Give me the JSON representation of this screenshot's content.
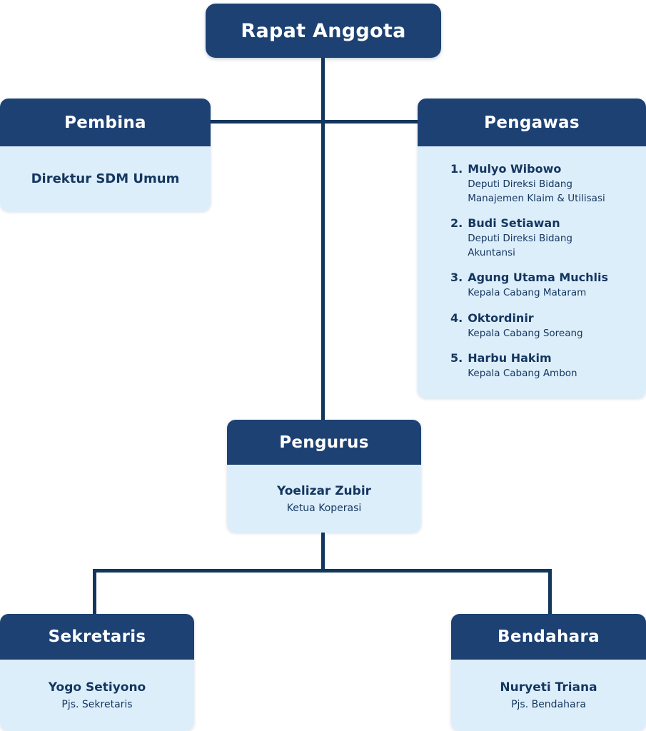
{
  "chart": {
    "root": {
      "title": "Rapat Anggota"
    },
    "pembina": {
      "title": "Pembina",
      "member": "Direktur SDM Umum"
    },
    "pengawas": {
      "title": "Pengawas",
      "members": [
        {
          "num": "1.",
          "name": "Mulyo Wibowo",
          "role": "Deputi Direksi Bidang Manajemen Klaim & Utilisasi"
        },
        {
          "num": "2.",
          "name": "Budi Setiawan",
          "role": "Deputi Direksi Bidang Akuntansi"
        },
        {
          "num": "3.",
          "name": "Agung Utama Muchlis",
          "role": "Kepala Cabang Mataram"
        },
        {
          "num": "4.",
          "name": "Oktordinir",
          "role": "Kepala Cabang Soreang"
        },
        {
          "num": "5.",
          "name": "Harbu Hakim",
          "role": "Kepala Cabang Ambon"
        }
      ]
    },
    "pengurus": {
      "title": "Pengurus",
      "name": "Yoelizar Zubir",
      "role": "Ketua Koperasi"
    },
    "sekretaris": {
      "title": "Sekretaris",
      "name": "Yogo Setiyono",
      "role": "Pjs. Sekretaris"
    },
    "bendahara": {
      "title": "Bendahara",
      "name": "Nuryeti Triana",
      "role": "Pjs. Bendahara"
    },
    "colors": {
      "header_bg": "#1d4173",
      "body_bg": "#ddeefb",
      "line": "#13365c",
      "text": "#14365f"
    }
  }
}
